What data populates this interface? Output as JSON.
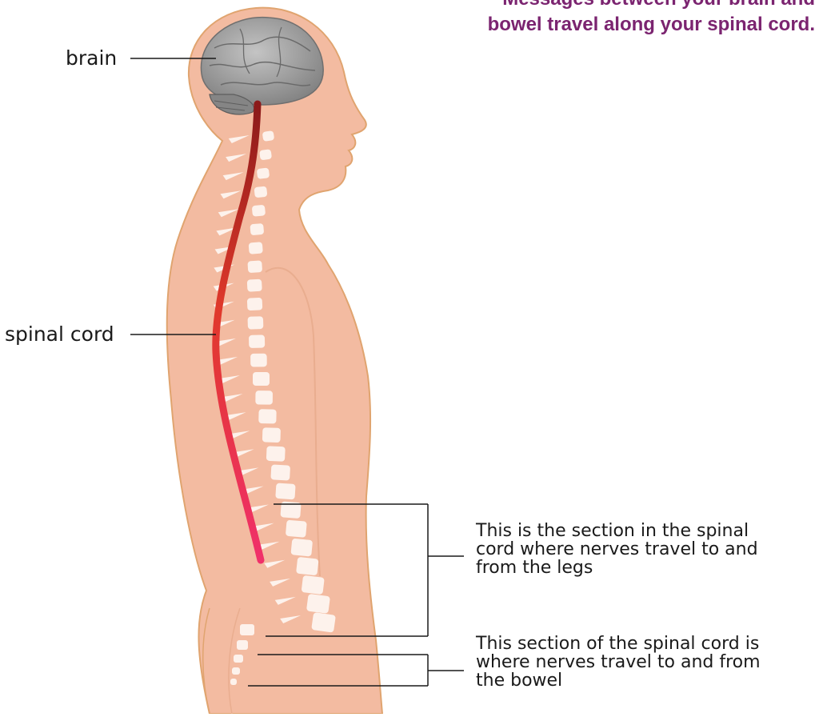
{
  "heading": {
    "line1": "Messages between your brain and",
    "line2": "bowel travel along your spinal cord."
  },
  "labels": {
    "brain": "brain",
    "spinal_cord": "spinal cord"
  },
  "annotations": {
    "legs_section": [
      "This is the section in the spinal",
      "cord where nerves travel to and",
      "from the legs"
    ],
    "bowel_section": [
      "This section of the spinal cord is",
      "where nerves travel to and from",
      "the bowel"
    ]
  },
  "colors": {
    "skin": "#f3bba1",
    "skin_outline": "#e0a46f",
    "vertebra": "#fdf2ec",
    "cord_top": "#8b1a1a",
    "cord_bottom": "#f0306a",
    "brain": "#9c9c9c",
    "heading": "#7b2470"
  }
}
